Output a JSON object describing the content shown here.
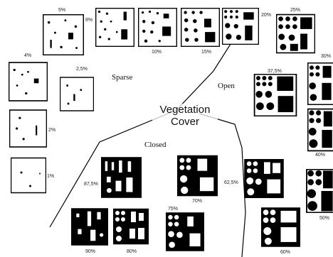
{
  "title_lines": [
    "Vegetation",
    "Cover"
  ],
  "categories": {
    "sparse": "Sparse",
    "open": "Open",
    "closed": "Closed"
  },
  "tiles": {
    "t_8": "8%",
    "t_5": "5%",
    "t_10": "10%",
    "t_15": "15%",
    "t_20": "20%",
    "t_25": "25%",
    "t_4": "4%",
    "t_2_5": "2,5%",
    "t_2": "2%",
    "t_1": "1%",
    "t_37_5": "37,5%",
    "t_30": "30%",
    "t_40": "40%",
    "t_50": "50%",
    "t_62_5": "62,5%",
    "t_60": "60%",
    "t_87_5": "87,5%",
    "t_70": "70%",
    "t_75": "75%",
    "t_90": "90%",
    "t_80": "80%"
  },
  "colors": {
    "ink": "#000000",
    "paper": "#ffffff"
  }
}
